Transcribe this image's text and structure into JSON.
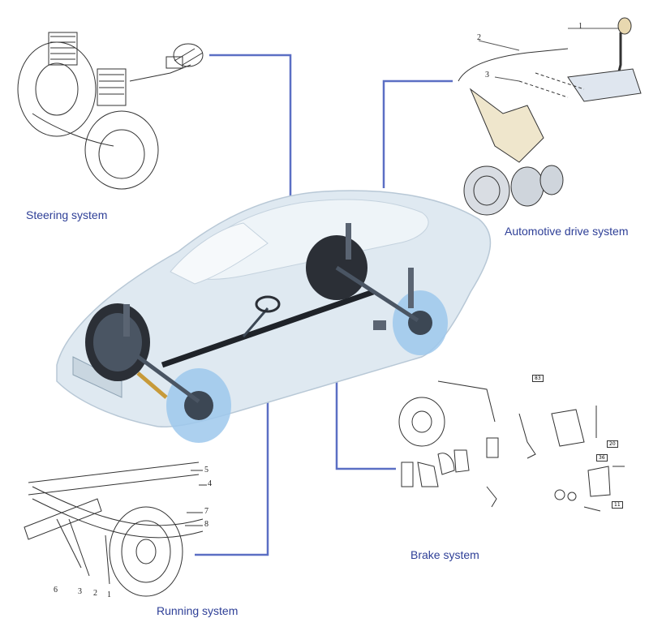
{
  "colors": {
    "connector": "#5b6fc4",
    "caption": "#2e3f97",
    "car_body": "#dfe9f1",
    "wheel_glow": "#9ec8ec",
    "line_art": "#333333"
  },
  "captions": {
    "steering": "Steering system",
    "drive": "Automotive drive system",
    "brake": "Brake system",
    "running": "Running system"
  },
  "callouts": {
    "drive": [
      "1",
      "2",
      "3"
    ],
    "running": [
      "5",
      "4",
      "7",
      "8",
      "6",
      "3",
      "2",
      "1"
    ],
    "brake_boxes": [
      "83",
      "20",
      "36",
      "11"
    ]
  }
}
